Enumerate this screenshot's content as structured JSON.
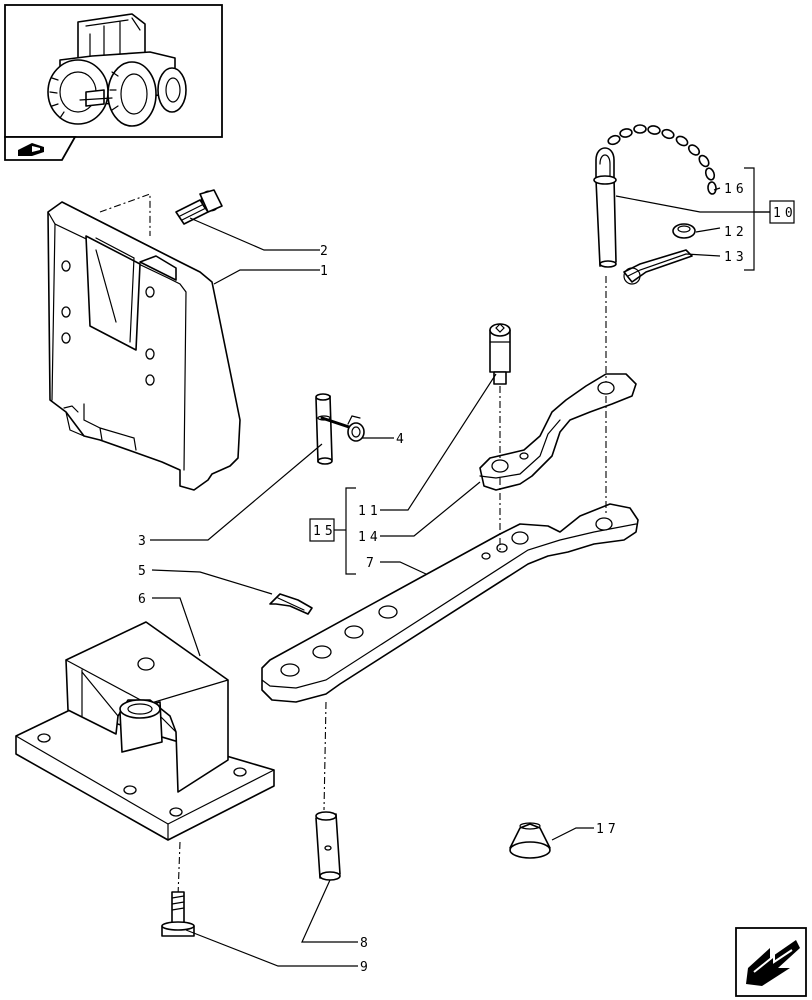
{
  "callouts": {
    "c1": "1",
    "c2": "2",
    "c3": "3",
    "c4": "4",
    "c5": "5",
    "c6": "6",
    "c7": "7",
    "c8": "8",
    "c9": "9",
    "c10": "10",
    "c11": "11",
    "c12": "12",
    "c13": "13",
    "c14": "14",
    "c15": "15",
    "c16": "16",
    "c17": "17"
  },
  "colors": {
    "line": "#000000",
    "background": "#ffffff"
  },
  "icons": {
    "thumbnail": "tractor-thumbnail",
    "book": "book-icon",
    "nav": "next-page-arrow-icon"
  }
}
